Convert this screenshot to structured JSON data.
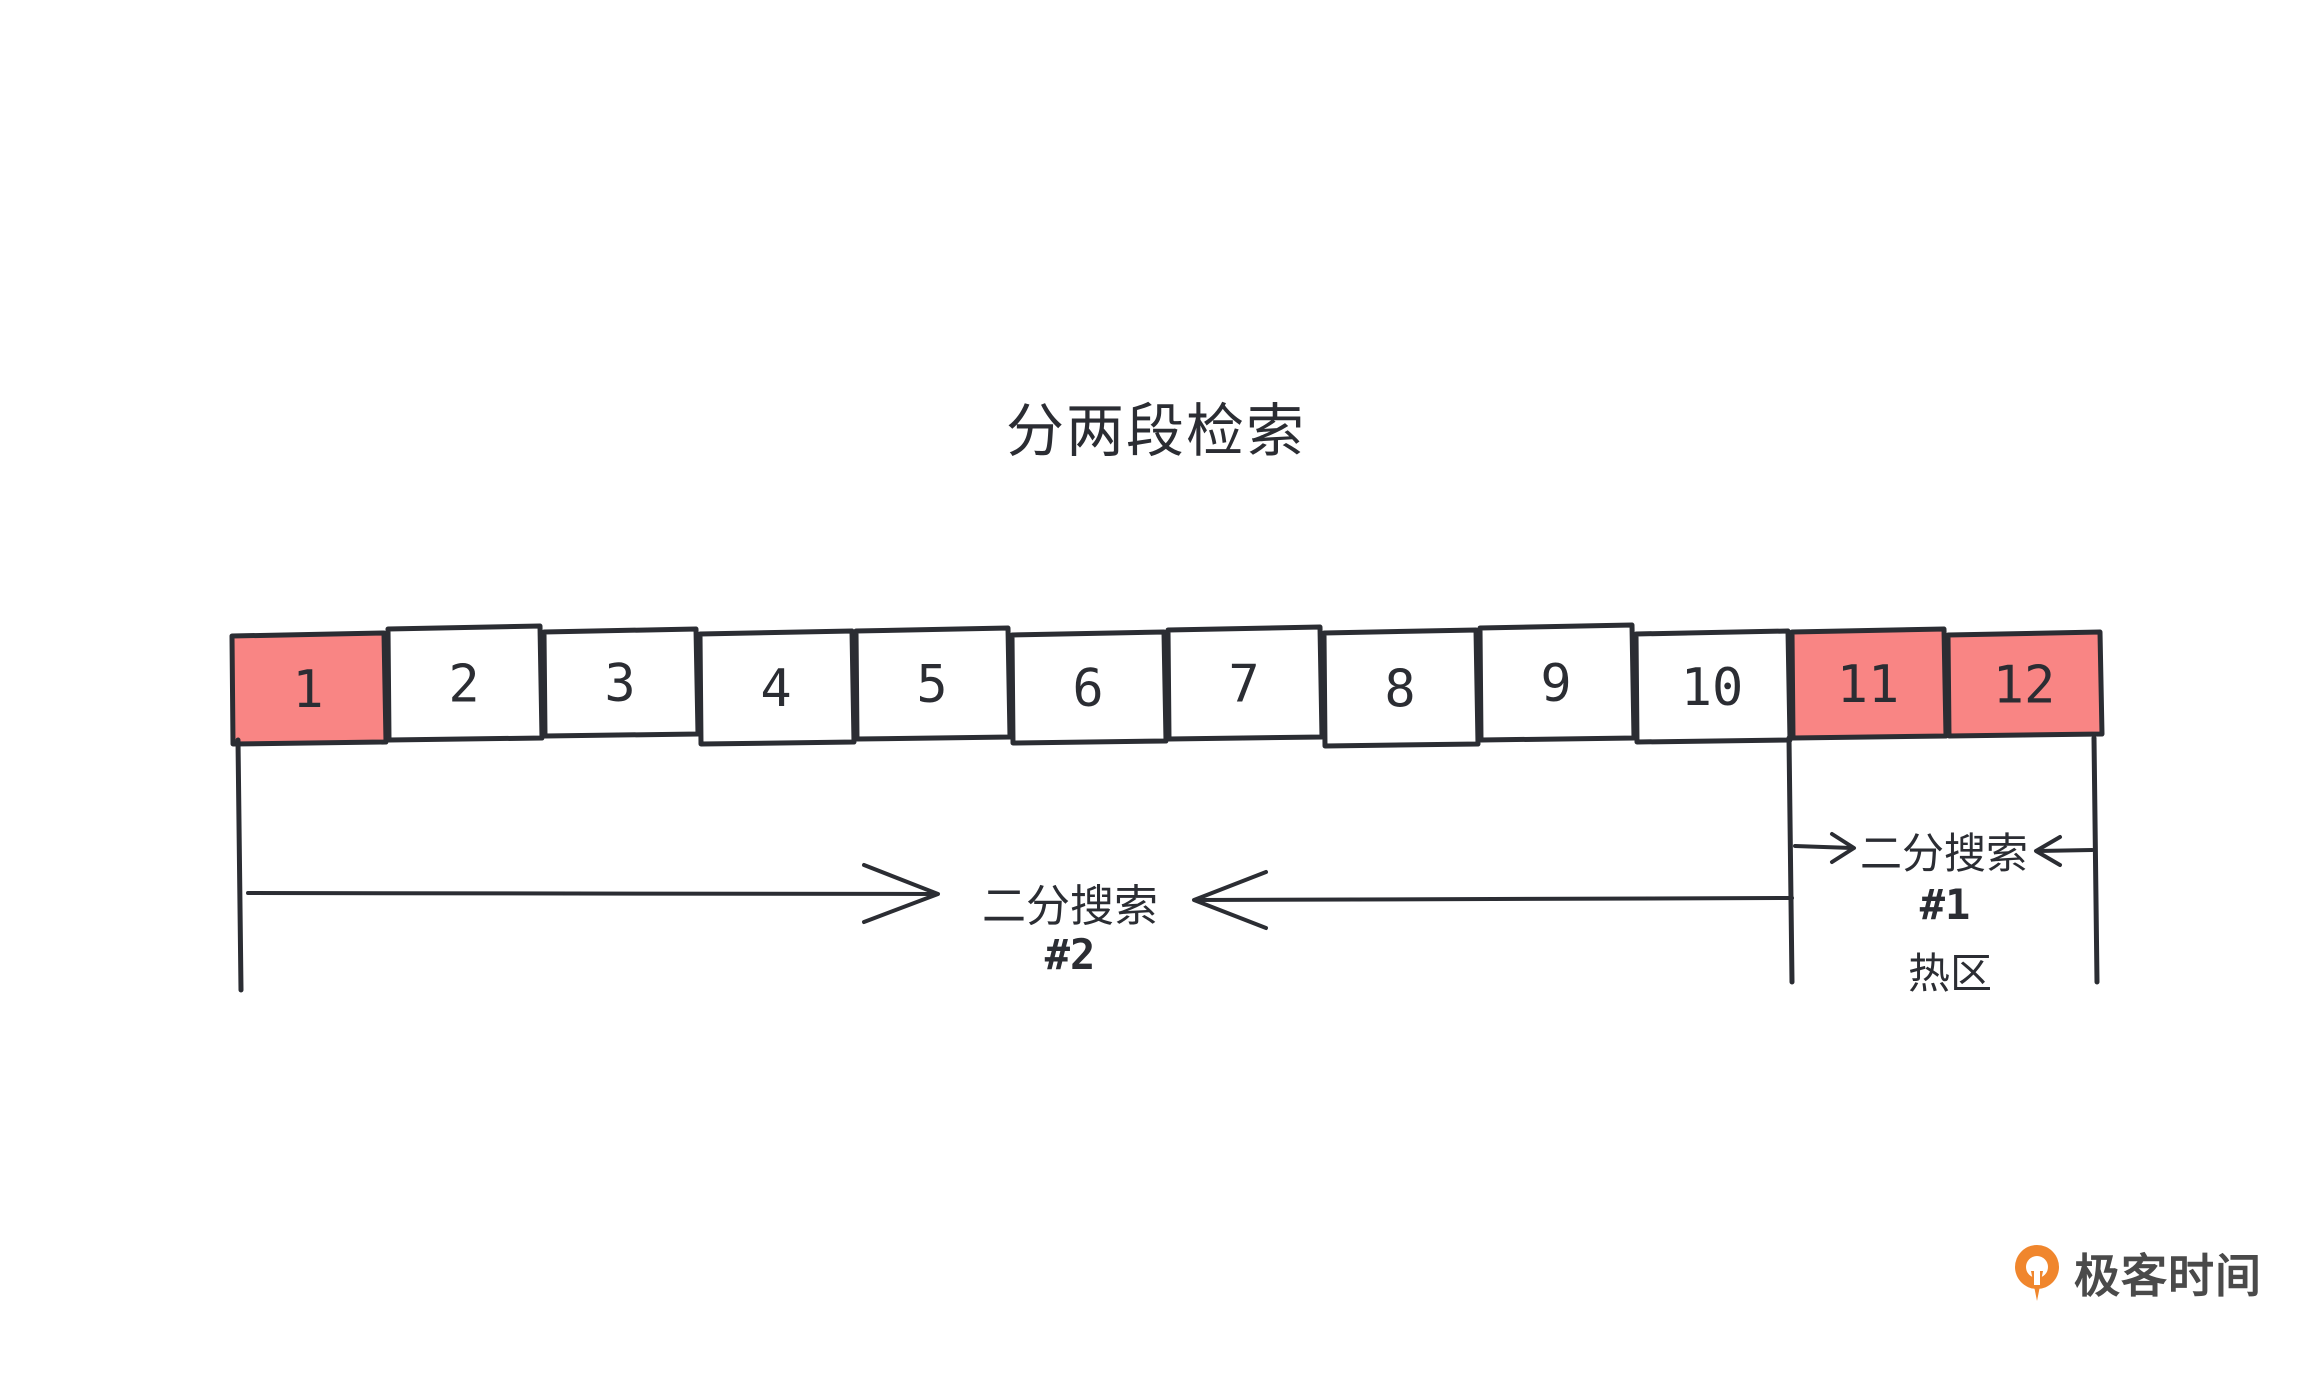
{
  "title": "分两段检索",
  "cells": [
    {
      "label": "1",
      "hot": true
    },
    {
      "label": "2",
      "hot": false
    },
    {
      "label": "3",
      "hot": false
    },
    {
      "label": "4",
      "hot": false
    },
    {
      "label": "5",
      "hot": false
    },
    {
      "label": "6",
      "hot": false
    },
    {
      "label": "7",
      "hot": false
    },
    {
      "label": "8",
      "hot": false
    },
    {
      "label": "9",
      "hot": false
    },
    {
      "label": "10",
      "hot": false
    },
    {
      "label": "11",
      "hot": true
    },
    {
      "label": "12",
      "hot": true
    }
  ],
  "search2": {
    "label": "二分搜索",
    "tag": "#2"
  },
  "search1": {
    "label": "二分搜索",
    "tag": "#1",
    "note": "热区"
  },
  "logo": {
    "text": "极客时间",
    "icon": "geektime-logo-icon"
  },
  "colors": {
    "hot": "#f98584",
    "stroke": "#2b2d33",
    "logo_orange": "#f0862d",
    "logo_text": "#4a4a4a"
  }
}
